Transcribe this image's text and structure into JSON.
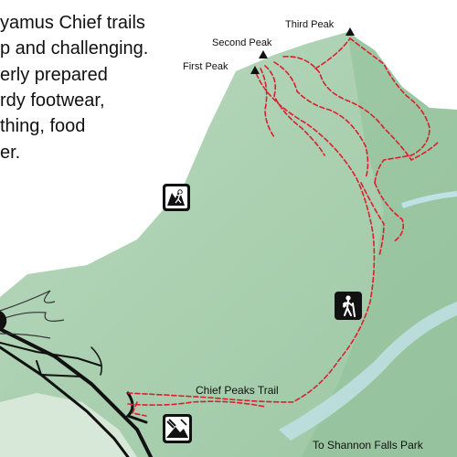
{
  "notice": {
    "lines": [
      "yamus Chief trails",
      "p and challenging.",
      "erly prepared",
      "rdy footwear,",
      "thing, food",
      "er."
    ]
  },
  "peaks": {
    "first": "First Peak",
    "second": "Second Peak",
    "third": "Third Peak"
  },
  "trails": {
    "chief_peaks": "Chief Peaks Trail",
    "shannon_falls": "To Shannon Falls Park"
  },
  "icons": {
    "climbing": "rock-climbing-icon",
    "hiking": "hiking-icon",
    "viewpoint": "viewpoint-icon"
  },
  "colors": {
    "mountain": "#a9cfaf",
    "trail": "#d9202e",
    "river": "#bfe2e6",
    "road": "#111111"
  }
}
